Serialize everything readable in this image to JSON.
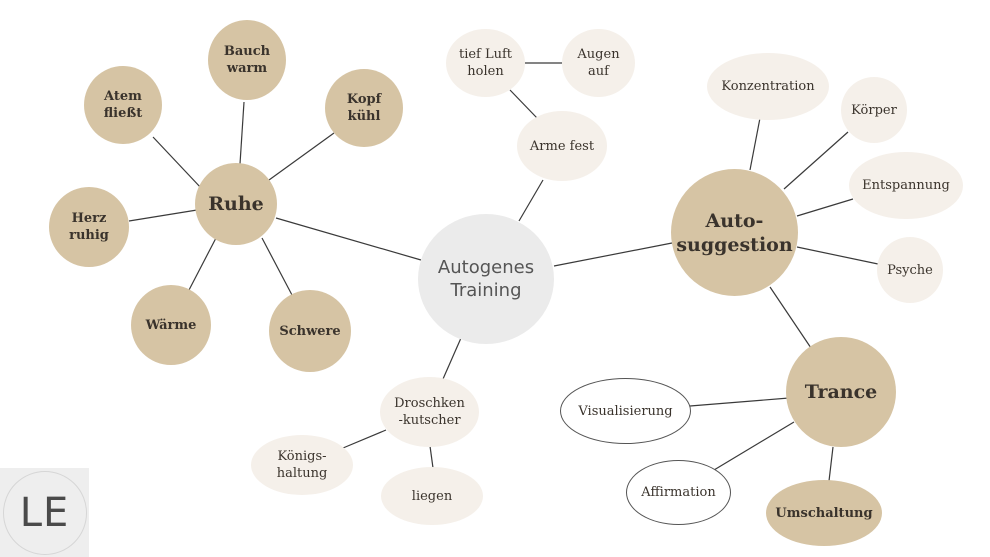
{
  "center": "Autogenes\nTraining",
  "ruhe": {
    "hub": "Ruhe",
    "atem": "Atem\nfließt",
    "bauch": "Bauch\nwarm",
    "kopf": "Kopf\nkühl",
    "herz": "Herz\nruhig",
    "waerme": "Wärme",
    "schwere": "Schwere"
  },
  "ruecknahme": {
    "arme": "Arme fest",
    "luft": "tief Luft\nholen",
    "augen": "Augen\nauf"
  },
  "autosuggestion": {
    "hub": "Auto-\nsuggestion",
    "konzentration": "Konzentration",
    "koerper": "Körper",
    "entspannung": "Entspannung",
    "psyche": "Psyche"
  },
  "trance": {
    "hub": "Trance",
    "visualisierung": "Visualisierung",
    "affirmation": "Affirmation",
    "umschaltung": "Umschaltung"
  },
  "droschke": {
    "hub": "Droschken\n-kutscher",
    "koenig": "Königs-\nhaltung",
    "liegen": "liegen"
  },
  "logo": "LE",
  "colors": {
    "tan": "#d6c4a4",
    "cream": "#f5f0ea",
    "center_grey": "#ebebeb",
    "line": "#3a3a3a"
  }
}
